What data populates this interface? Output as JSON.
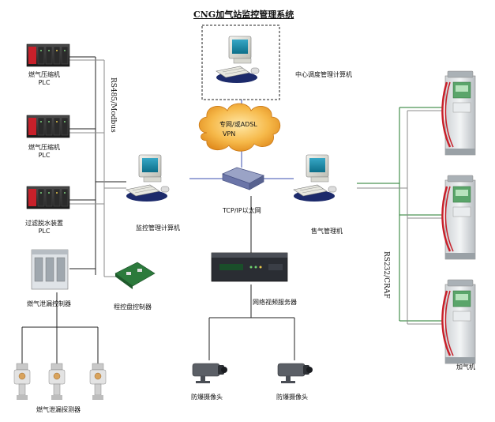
{
  "title": "CNG加气站监控管理系统",
  "bus_labels": {
    "left_bus": "RS485/Modbus",
    "right_bus": "RS232/CRAF"
  },
  "cloud": {
    "line1": "专网/或ADSL",
    "line2": "VPN"
  },
  "nodes": {
    "central_pc": "中心调度管理计算机",
    "monitor_pc": "监控管理计算机",
    "gas_pc": "售气管理机",
    "network": "TCP/IP以太网",
    "video_server": "网络视频服务器",
    "camera_1": "防爆摄像头",
    "camera_2": "防爆摄像头",
    "dispenser": "加气机",
    "plc_1": {
      "line1": "燃气压缩机",
      "line2": "PLC"
    },
    "plc_2": {
      "line1": "燃气压缩机",
      "line2": "PLC"
    },
    "plc_3": {
      "line1": "过滤脱水装置",
      "line2": "PLC"
    },
    "leak_controller": "燃气泄漏控制器",
    "io_controller": "程控盘控制器",
    "leak_detector": "燃气泄漏探测器"
  }
}
